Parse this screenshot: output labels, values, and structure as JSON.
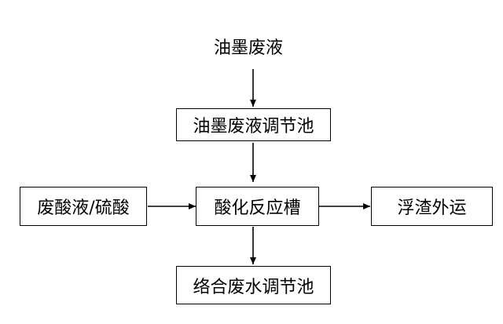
{
  "diagram": {
    "top_label": "油墨废液",
    "nodes": {
      "regulating_tank": "油墨废液调节池",
      "acid_input": "废酸液/硫酸",
      "reaction_tank": "酸化反应槽",
      "scum_output": "浮渣外运",
      "complex_tank": "络合废水调节池"
    },
    "edges": [
      {
        "from": "top_label",
        "to": "regulating_tank"
      },
      {
        "from": "regulating_tank",
        "to": "reaction_tank"
      },
      {
        "from": "acid_input",
        "to": "reaction_tank"
      },
      {
        "from": "reaction_tank",
        "to": "scum_output"
      },
      {
        "from": "reaction_tank",
        "to": "complex_tank"
      }
    ],
    "stroke_color": "#000000"
  }
}
